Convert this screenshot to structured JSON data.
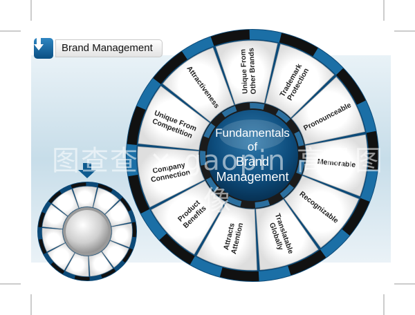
{
  "title": "Brand Management",
  "center": [
    "Fundamentals",
    "of",
    "Brand",
    "Management"
  ],
  "segments": [
    {
      "lines": [
        "Unique From",
        "Other Brands"
      ]
    },
    {
      "lines": [
        "Trademark",
        "Protection"
      ]
    },
    {
      "lines": [
        "Pronounceable"
      ]
    },
    {
      "lines": [
        "Memorable"
      ]
    },
    {
      "lines": [
        "Recognizable"
      ]
    },
    {
      "lines": [
        "Translatable",
        "Globally"
      ]
    },
    {
      "lines": [
        "Attracts",
        "Attention"
      ]
    },
    {
      "lines": [
        "Product",
        "Benefits"
      ]
    },
    {
      "lines": [
        "Company",
        "Connection"
      ]
    },
    {
      "lines": [
        "Unique From",
        "Competition"
      ]
    },
    {
      "lines": [
        "Attractiveness"
      ]
    }
  ],
  "watermark": "图查查 × gaopin 高品图像",
  "icons": {
    "title": "down-arrow-icon",
    "pointer": "down-arrow-icon"
  },
  "colors": {
    "accent": "#0d5a8f",
    "ring_dark": "#111111",
    "center": "#0a3d66",
    "band": "#cfe3ee"
  }
}
